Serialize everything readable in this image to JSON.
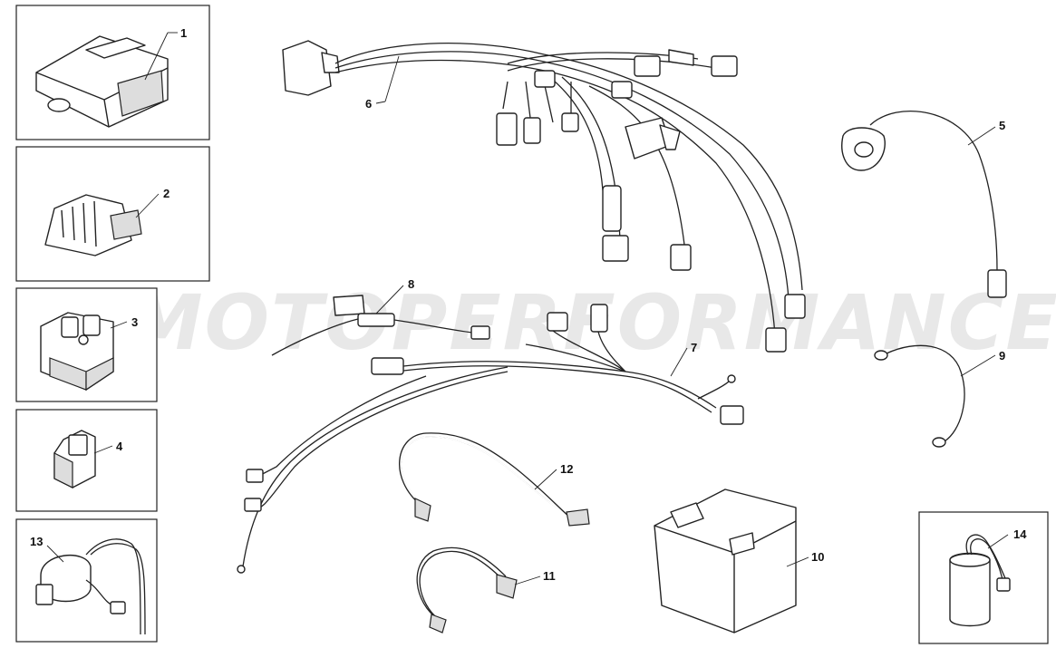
{
  "watermark": "MOTOPERFORMANCE",
  "callouts": {
    "c1": "1",
    "c2": "2",
    "c3": "3",
    "c4": "4",
    "c5": "5",
    "c6": "6",
    "c7": "7",
    "c8": "8",
    "c9": "9",
    "c10": "10",
    "c11": "11",
    "c12": "12",
    "c13": "13",
    "c14": "14"
  }
}
